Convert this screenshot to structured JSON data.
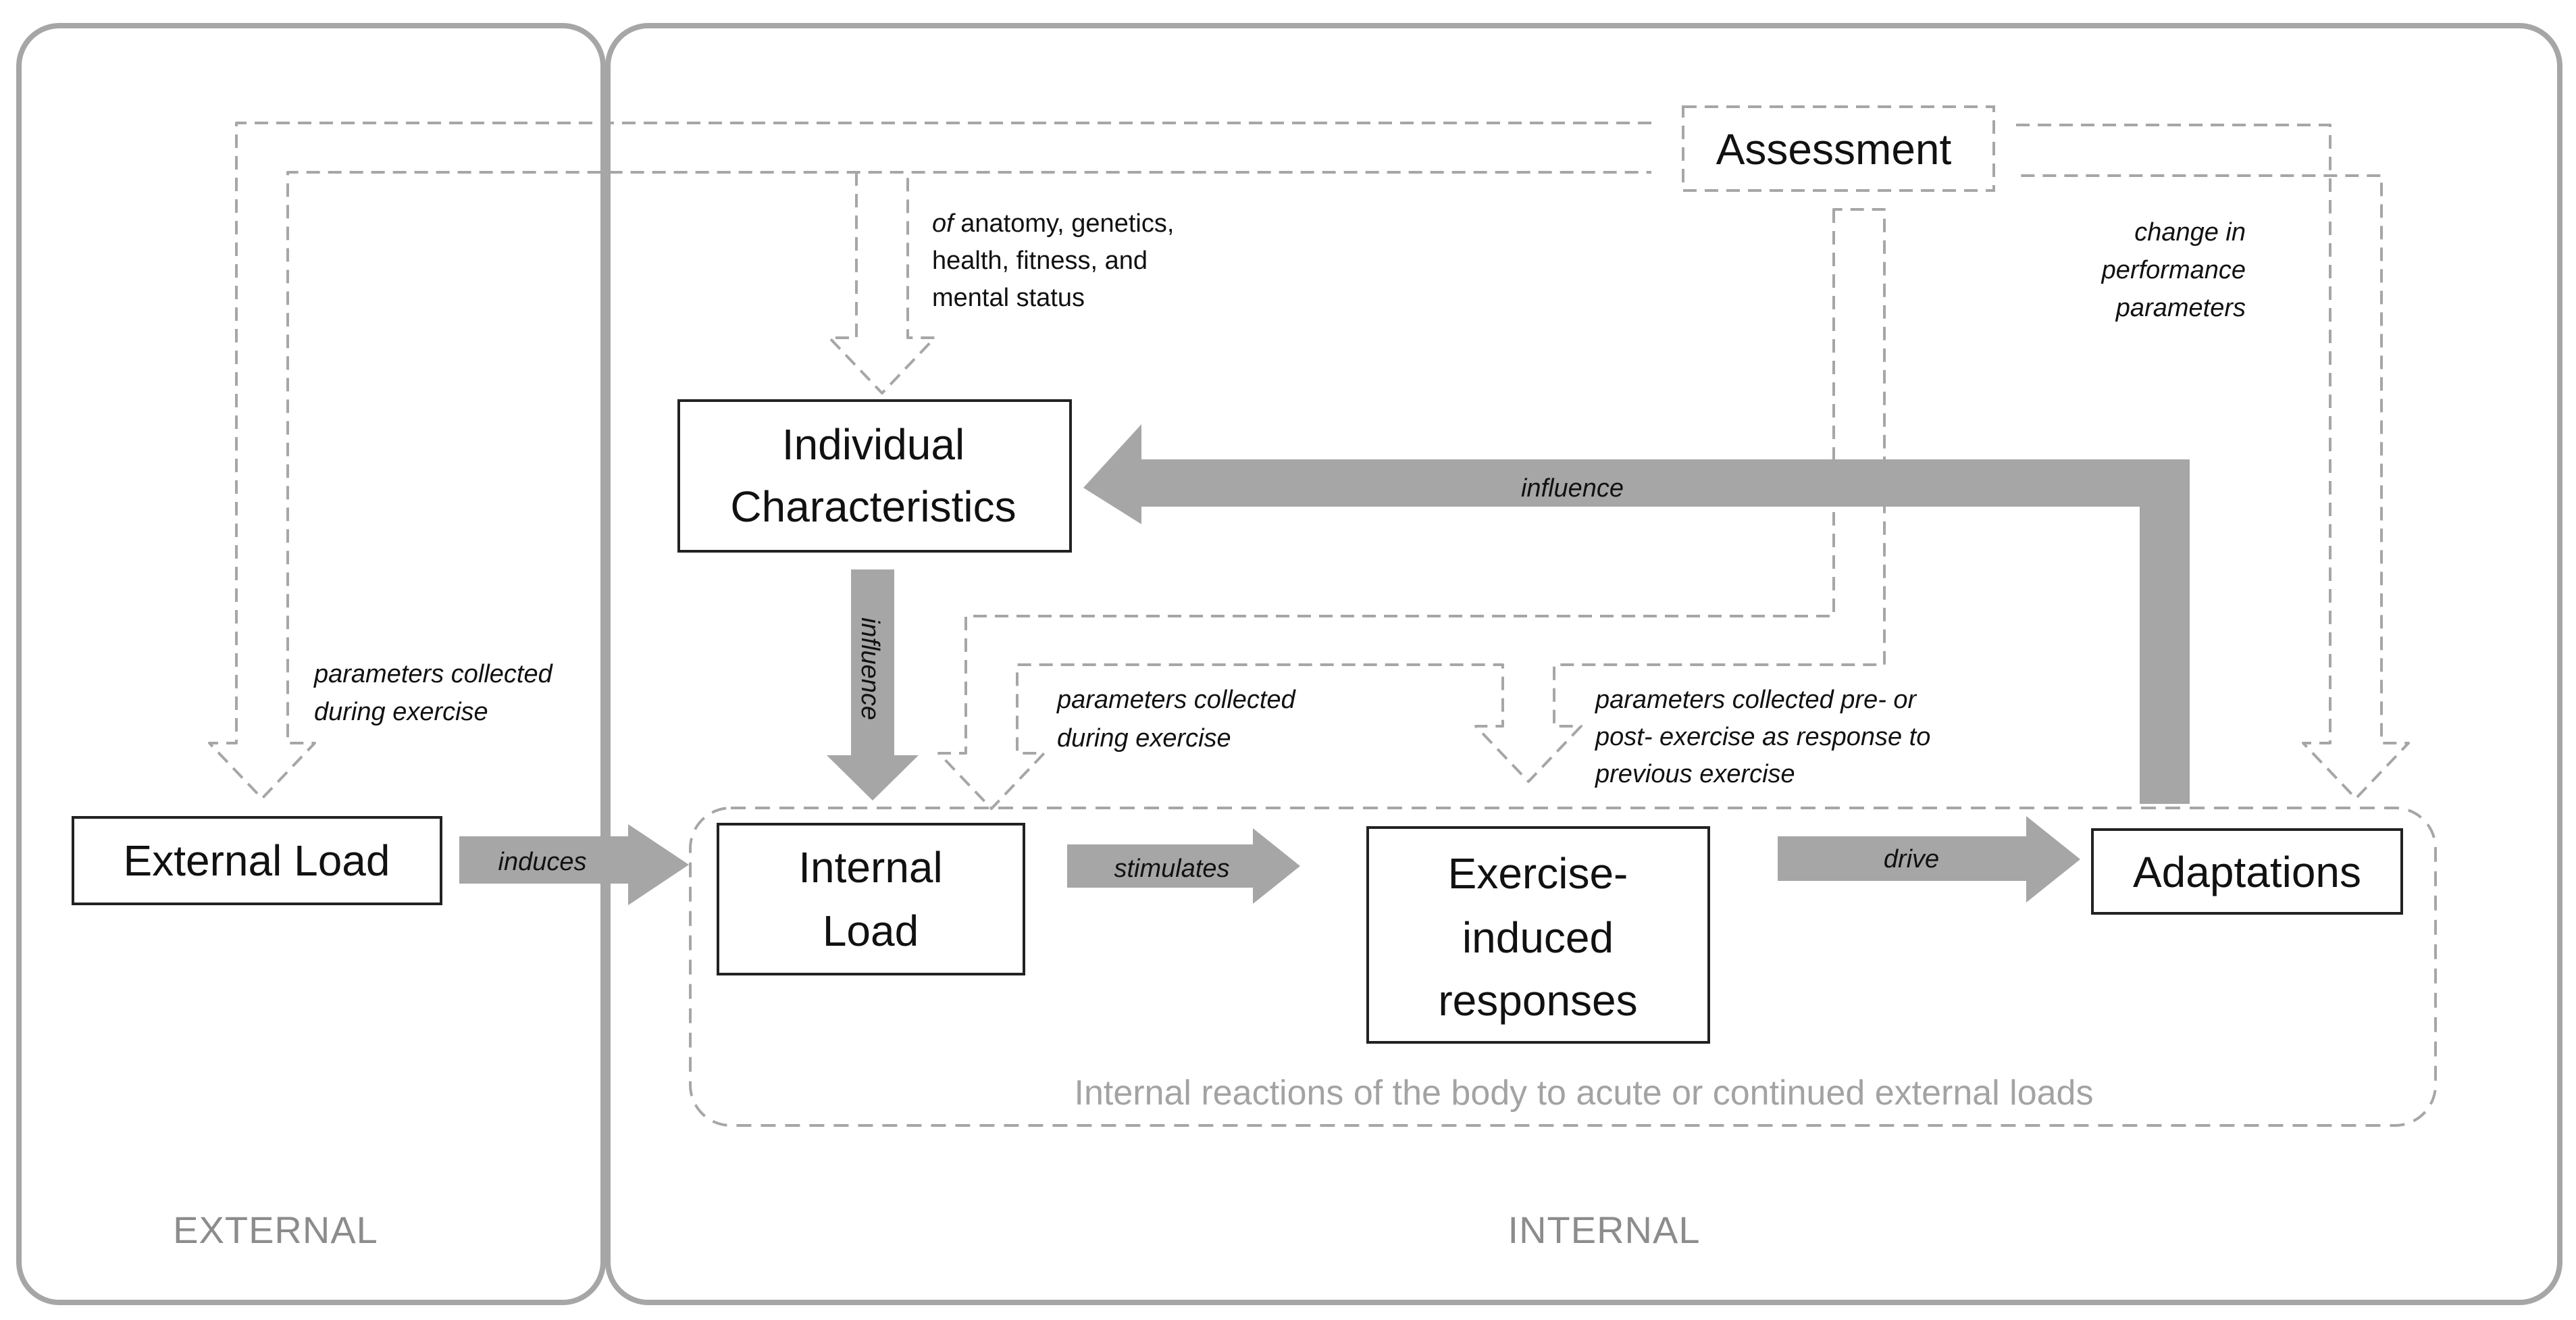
{
  "panels": {
    "external": "EXTERNAL",
    "internal": "INTERNAL"
  },
  "boxes": {
    "assessment": "Assessment",
    "individual_line1": "Individual",
    "individual_line2": "Characteristics",
    "external_load": "External Load",
    "internal_load_line1": "Internal",
    "internal_load_line2": "Load",
    "responses_line1": "Exercise-",
    "responses_line2": "induced",
    "responses_line3": "responses",
    "adaptations": "Adaptations"
  },
  "arrow_labels": {
    "induces": "induces",
    "stimulates": "stimulates",
    "drive": "drive",
    "influence_top": "influence",
    "influence_vertical": "influence"
  },
  "annotations": {
    "of_prefix": "of ",
    "anatomy_rest": "anatomy, genetics,",
    "anatomy_line2": "health, fitness, and",
    "anatomy_line3": "mental status",
    "change_line1": "change in",
    "change_line2": "performance",
    "change_line3": "parameters",
    "external_params_line1": "parameters collected",
    "external_params_line2": "during exercise",
    "internal_params_line1": "parameters collected",
    "internal_params_line2": "during exercise",
    "response_params_line1": "parameters collected pre- or",
    "response_params_line2": "post- exercise as response to",
    "response_params_line3": "previous exercise"
  },
  "region_note": "Internal reactions of the body to acute or continued external loads",
  "colors": {
    "arrow_fill": "#a6a6a6",
    "panel_border": "#a6a6a6",
    "dashed": "#a6a6a6",
    "box_border": "#222222",
    "label_gray": "#8c8c8c"
  }
}
